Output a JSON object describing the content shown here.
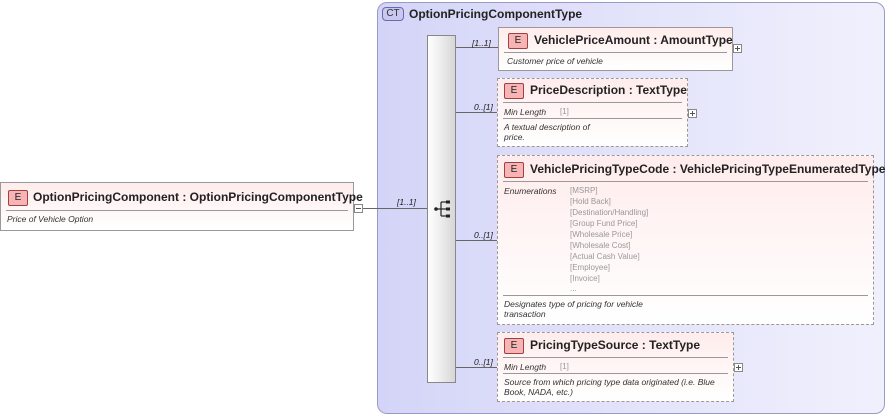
{
  "complex_type": {
    "badge": "CT",
    "name": "OptionPricingComponentType"
  },
  "root": {
    "badge": "E",
    "title": "OptionPricingComponent : OptionPricingComponentType",
    "doc": "Price of Vehicle Option",
    "cardinality": "[1..1]"
  },
  "children": [
    {
      "badge": "E",
      "title": "VehiclePriceAmount : AmountType",
      "cardinality": "[1..1]",
      "doc": [
        "Customer price of vehicle"
      ]
    },
    {
      "badge": "E",
      "title": "PriceDescription : TextType",
      "cardinality": "0..[1]",
      "facet_label": "Min Length",
      "facet_value": "[1]",
      "doc": [
        "A textual description of",
        "price."
      ]
    },
    {
      "badge": "E",
      "title": "VehiclePricingTypeCode : VehiclePricingTypeEnumeratedType",
      "cardinality": "0..[1]",
      "facet_label": "Enumerations",
      "enumerations": [
        "[MSRP]",
        "[Hold Back]",
        "[Destination/Handling]",
        "[Group Fund Price]",
        "[Wholesale Price]",
        "[Wholesale Cost]",
        "[Actual Cash Value]",
        "[Employee]",
        "[Invoice]",
        "..."
      ],
      "doc": [
        "Designates type of pricing for vehicle",
        "transaction"
      ]
    },
    {
      "badge": "E",
      "title": "PricingTypeSource : TextType",
      "cardinality": "0..[1]",
      "facet_label": "Min Length",
      "facet_value": "[1]",
      "doc": [
        "Source from which pricing type data originated (i.e. Blue",
        "Book, NADA, etc.)"
      ]
    }
  ]
}
